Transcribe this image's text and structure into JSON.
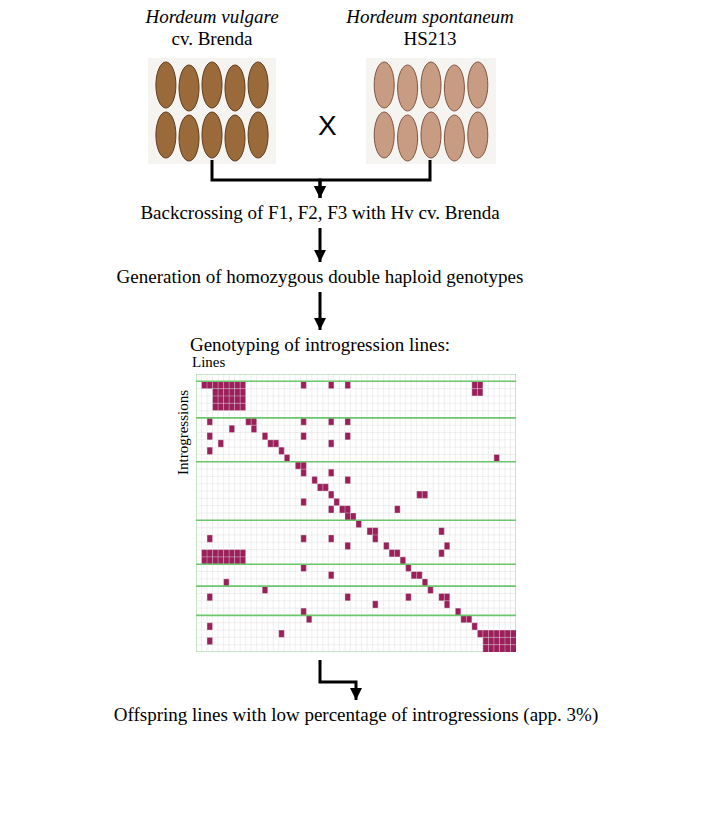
{
  "diagram": {
    "nodes": [
      {
        "text": [
          "Hordeum vulgare",
          "cv. Brenda"
        ]
      },
      {
        "text": [
          "Hordeum spontaneum",
          "HS213"
        ]
      },
      {
        "text": [
          "Backcrossing of F1, F2, F3 with Hv cv. Brenda"
        ]
      },
      {
        "text": [
          "Generation of homozygous double haploid genotypes"
        ]
      },
      {
        "text": [
          "Genotyping of introgression lines:",
          "Lines",
          "Introgressions"
        ]
      },
      {
        "text": [
          "Offspring lines with low percentage of introgressions (app. 3%)"
        ]
      }
    ],
    "edges": [
      {
        "from": 0,
        "to": 2,
        "arrow": "to"
      },
      {
        "from": 1,
        "to": 2,
        "arrow": "to"
      },
      {
        "from": 2,
        "to": 3,
        "arrow": "to"
      },
      {
        "from": 3,
        "to": 4,
        "arrow": "to"
      },
      {
        "from": 4,
        "to": 5,
        "arrow": "to"
      }
    ],
    "labels": [
      "X"
    ]
  }
}
